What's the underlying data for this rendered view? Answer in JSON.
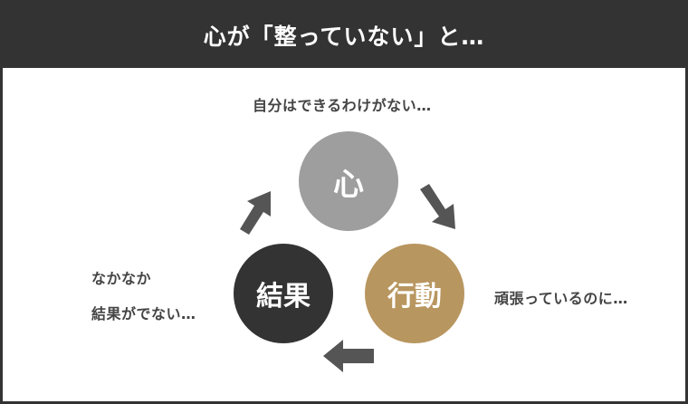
{
  "header": {
    "title": "心が「整っていない」と…"
  },
  "cycle": {
    "heart": {
      "label": "心",
      "caption": "自分はできるわけがない…",
      "color": "#9e9e9e"
    },
    "action": {
      "label": "行動",
      "caption": "頑張っているのに…",
      "color": "#b8965f"
    },
    "result": {
      "label": "結果",
      "caption_line1": "なかなか",
      "caption_line2": "結果がでない…",
      "color": "#333333"
    }
  },
  "colors": {
    "header_bg": "#333333",
    "arrow": "#555555"
  }
}
